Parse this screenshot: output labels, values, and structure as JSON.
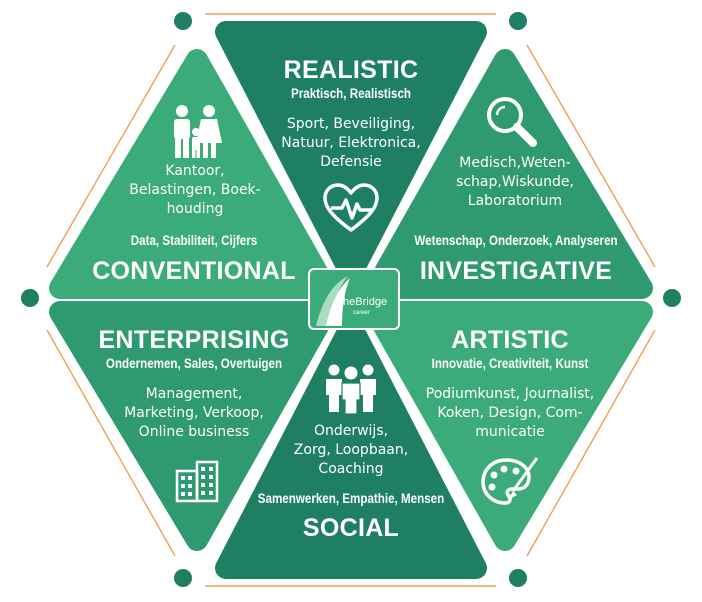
{
  "colors": {
    "dark": "#1e7f63",
    "mid": "#2f9a72",
    "light": "#3bab79",
    "accent_line": "#f0a050",
    "dot": "#1e7f63"
  },
  "center_logo": {
    "brand": "theBridge",
    "sub": "career",
    "icon": "bridge-road-icon"
  },
  "realistic": {
    "title": "REALISTIC",
    "keywords": "Praktisch, Realistisch",
    "fields": [
      "Sport, Beveiliging,",
      "Natuur,  Elektronica,",
      "Defensie"
    ],
    "icon": "heart-pulse-icon"
  },
  "investigative": {
    "title": "INVESTIGATIVE",
    "keywords": "Wetenschap, Onderzoek, Analyseren",
    "fields": [
      "Medisch,Weten-",
      "schap,Wiskunde,",
      "Laboratorium"
    ],
    "icon": "magnifier-icon"
  },
  "artistic": {
    "title": "ARTISTIC",
    "keywords": "Innovatie, Creativiteit, Kunst",
    "fields": [
      "Podiumkunst, Journalist,",
      "Koken, Design, Com-",
      "municatie"
    ],
    "icon": "palette-icon"
  },
  "social": {
    "title": "SOCIAL",
    "keywords": "Samenwerken, Empathie, Mensen",
    "fields": [
      "Onderwijs,",
      "Zorg,  Loopbaan,",
      "Coaching"
    ],
    "icon": "people-group-icon"
  },
  "enterprising": {
    "title": "ENTERPRISING",
    "keywords": "Ondernemen, Sales, Overtuigen",
    "fields": [
      "Management,",
      "Marketing, Verkoop,",
      "Online business"
    ],
    "icon": "office-building-icon"
  },
  "conventional": {
    "title": "CONVENTIONAL",
    "keywords": "Data, Stabiliteit, Cijfers",
    "fields": [
      "Kantoor,",
      "Belastingen, Boek-",
      "houding"
    ],
    "icon": "family-icon"
  }
}
